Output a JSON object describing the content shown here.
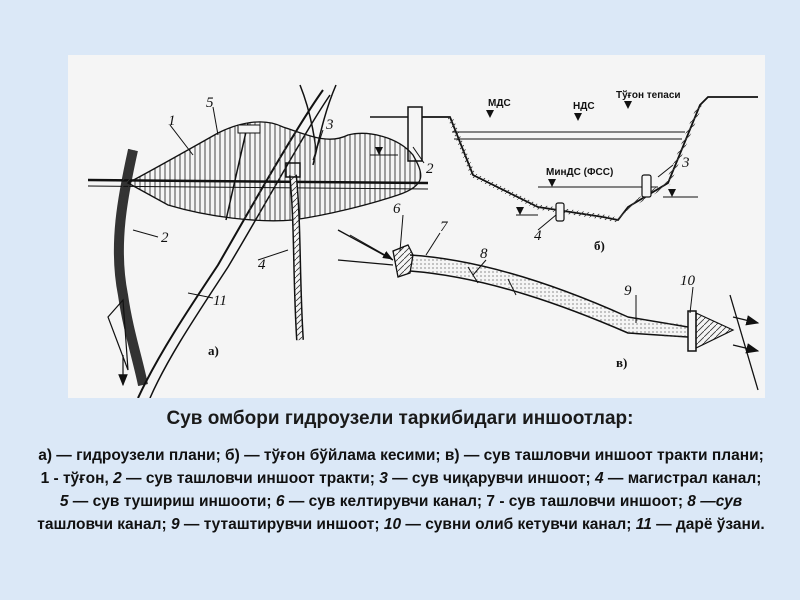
{
  "figure": {
    "labels_plan": {
      "n1": "1",
      "n2": "2",
      "n3": "3",
      "n4": "4",
      "n5": "5",
      "n11": "11",
      "sub": "а)"
    },
    "labels_section": {
      "mds": "МДС",
      "nds": "НДС",
      "crest": "Тўғон тепаси",
      "minds": "МинДС (ФСС)",
      "n2": "2",
      "n3": "3",
      "n4": "4",
      "sub": "б)"
    },
    "labels_tract": {
      "n6": "6",
      "n7": "7",
      "n8": "8",
      "n9": "9",
      "n10": "10",
      "sub": "в)"
    }
  },
  "title": "Сув омбори гидроузели таркибидаги иншоотлар:",
  "caption": {
    "p1": "а) — гидроузели плани; б) — тўғон бўйлама кесими; в) — сув ташловчи иншоот тракти плани;  1 - тўғон,  ",
    "p2": "2",
    "p3": " — сув ташловчи иншоот тракти; ",
    "p4": "3",
    "p5": " — сув чиқарувчи иншоот; ",
    "p6": "4",
    "p7": " — магистрал канал; ",
    "p8": "5",
    "p9": " — сув тушириш иншооти; ",
    "p10": "6",
    "p11": " — сув келтирувчи канал; 7 - сув ташловчи иншоот; ",
    "p12": "8 —сув",
    "p13": " ташловчи канал; ",
    "p14": "9",
    "p15": " — туташтирувчи иншоот; ",
    "p16": "10",
    "p17": " — сувни олиб кетувчи канал; ",
    "p18": "11",
    "p19": " — дарё ўзани."
  }
}
